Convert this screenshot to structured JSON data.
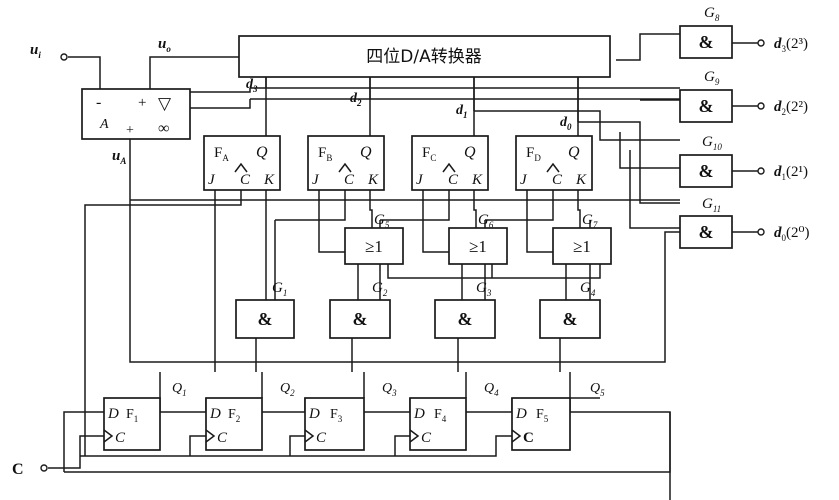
{
  "dac": {
    "label": "四位D/A转换器"
  },
  "comparator": {
    "minus": "-",
    "plus_top": "+",
    "plus_bottom": "+",
    "amp_label": "A",
    "inf": "∞",
    "triangle": "▽"
  },
  "signals": {
    "ui_main": "u",
    "ui_sub": "i",
    "uo_main": "u",
    "uo_sub": "o",
    "ua_main": "u",
    "ua_sub": "A",
    "clock": "C"
  },
  "dlines": [
    {
      "main": "d",
      "sub": "3"
    },
    {
      "main": "d",
      "sub": "2"
    },
    {
      "main": "d",
      "sub": "1"
    },
    {
      "main": "d",
      "sub": "0"
    }
  ],
  "jk_flipflops": [
    {
      "name_main": "F",
      "name_sub": "A",
      "q": "Q",
      "j": "J",
      "c": "C",
      "k": "K"
    },
    {
      "name_main": "F",
      "name_sub": "B",
      "q": "Q",
      "j": "J",
      "c": "C",
      "k": "K"
    },
    {
      "name_main": "F",
      "name_sub": "C",
      "q": "Q",
      "j": "J",
      "c": "C",
      "k": "K"
    },
    {
      "name_main": "F",
      "name_sub": "D",
      "q": "Q",
      "j": "J",
      "c": "C",
      "k": "K"
    }
  ],
  "or_gates": [
    {
      "name_main": "G",
      "name_sub": "5",
      "symbol": "≥1"
    },
    {
      "name_main": "G",
      "name_sub": "6",
      "symbol": "≥1"
    },
    {
      "name_main": "G",
      "name_sub": "7",
      "symbol": "≥1"
    }
  ],
  "and_gates_mid": [
    {
      "name_main": "G",
      "name_sub": "1",
      "symbol": "&"
    },
    {
      "name_main": "G",
      "name_sub": "2",
      "symbol": "&"
    },
    {
      "name_main": "G",
      "name_sub": "3",
      "symbol": "&"
    },
    {
      "name_main": "G",
      "name_sub": "4",
      "symbol": "&"
    }
  ],
  "and_gates_out": [
    {
      "name_main": "G",
      "name_sub": "8",
      "symbol": "&",
      "out_main": "d",
      "out_sub": "3",
      "out_tail": "(2³)"
    },
    {
      "name_main": "G",
      "name_sub": "9",
      "symbol": "&",
      "out_main": "d",
      "out_sub": "2",
      "out_tail": "(2²)"
    },
    {
      "name_main": "G",
      "name_sub": "10",
      "symbol": "&",
      "out_main": "d",
      "out_sub": "1",
      "out_tail": "(2¹)"
    },
    {
      "name_main": "G",
      "name_sub": "11",
      "symbol": "&",
      "out_main": "d",
      "out_sub": "0",
      "out_tail": "(2⁰)"
    }
  ],
  "d_flipflops": [
    {
      "d": "D",
      "name_main": "F",
      "name_sub": "1",
      "c": "C"
    },
    {
      "d": "D",
      "name_main": "F",
      "name_sub": "2",
      "c": "C"
    },
    {
      "d": "D",
      "name_main": "F",
      "name_sub": "3",
      "c": "C"
    },
    {
      "d": "D",
      "name_main": "F",
      "name_sub": "4",
      "c": "C"
    },
    {
      "d": "D",
      "name_main": "F",
      "name_sub": "5",
      "c": "C"
    }
  ],
  "q_labels": [
    {
      "main": "Q",
      "sub": "1"
    },
    {
      "main": "Q",
      "sub": "2"
    },
    {
      "main": "Q",
      "sub": "3"
    },
    {
      "main": "Q",
      "sub": "4"
    },
    {
      "main": "Q",
      "sub": "5"
    }
  ]
}
